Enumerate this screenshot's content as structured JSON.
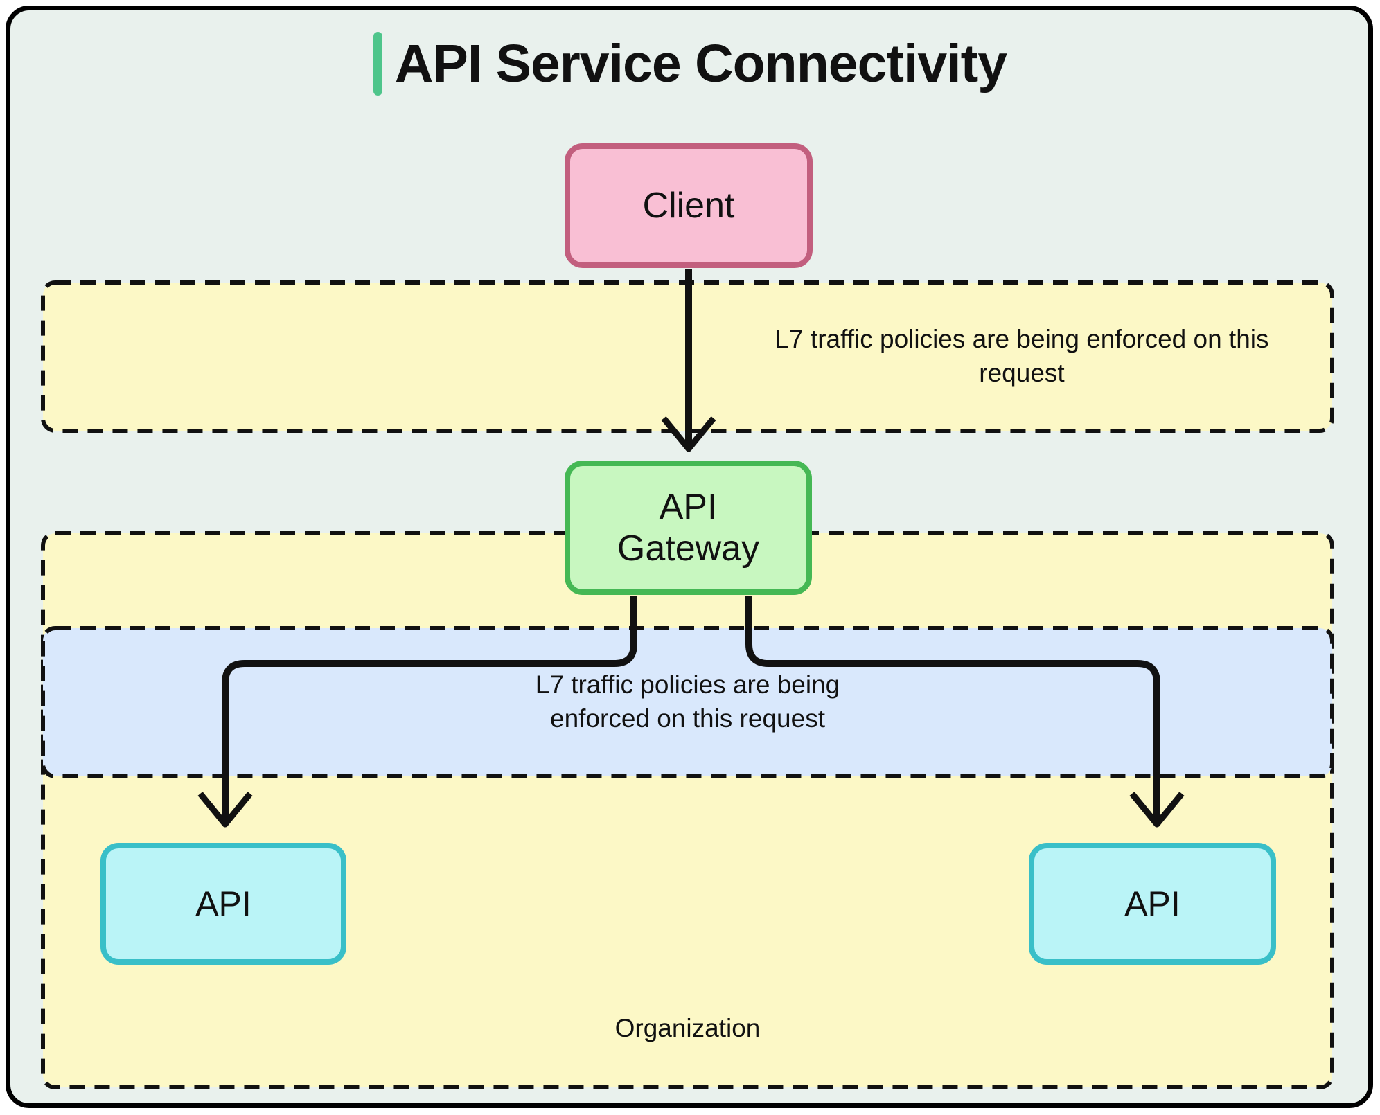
{
  "diagram": {
    "title": "API Service Connectivity",
    "nodes": {
      "client": {
        "label": "Client",
        "fill": "#f9bfd4",
        "border": "#c25f7e"
      },
      "gateway": {
        "label": "API Gateway",
        "fill": "#c8f7c0",
        "border": "#45b854"
      },
      "api_left": {
        "label": "API",
        "fill": "#baf4f7",
        "border": "#39bfc8"
      },
      "api_right": {
        "label": "API",
        "fill": "#baf4f7",
        "border": "#39bfc8"
      }
    },
    "notes": {
      "client_request": {
        "text": "L7 traffic policies are being enforced on this request",
        "fill": "#fcf8c6"
      },
      "gateway_request": {
        "text": "L7 traffic policies are being enforced on this request",
        "fill": "#d9e8fc"
      }
    },
    "groups": {
      "organization": {
        "label": "Organization",
        "fill": "#fcf8c6"
      }
    },
    "edges": [
      {
        "from": "client",
        "to": "gateway"
      },
      {
        "from": "gateway",
        "to": "api_left"
      },
      {
        "from": "gateway",
        "to": "api_right"
      }
    ],
    "colors": {
      "background": "#e9f1ed",
      "frame_border": "#000000",
      "title_accent": "#4ec58b",
      "note_yellow": "#fcf8c6",
      "note_blue": "#d9e8fc",
      "dashed_stroke": "#111111",
      "arrow": "#111111",
      "text": "#111111"
    }
  }
}
